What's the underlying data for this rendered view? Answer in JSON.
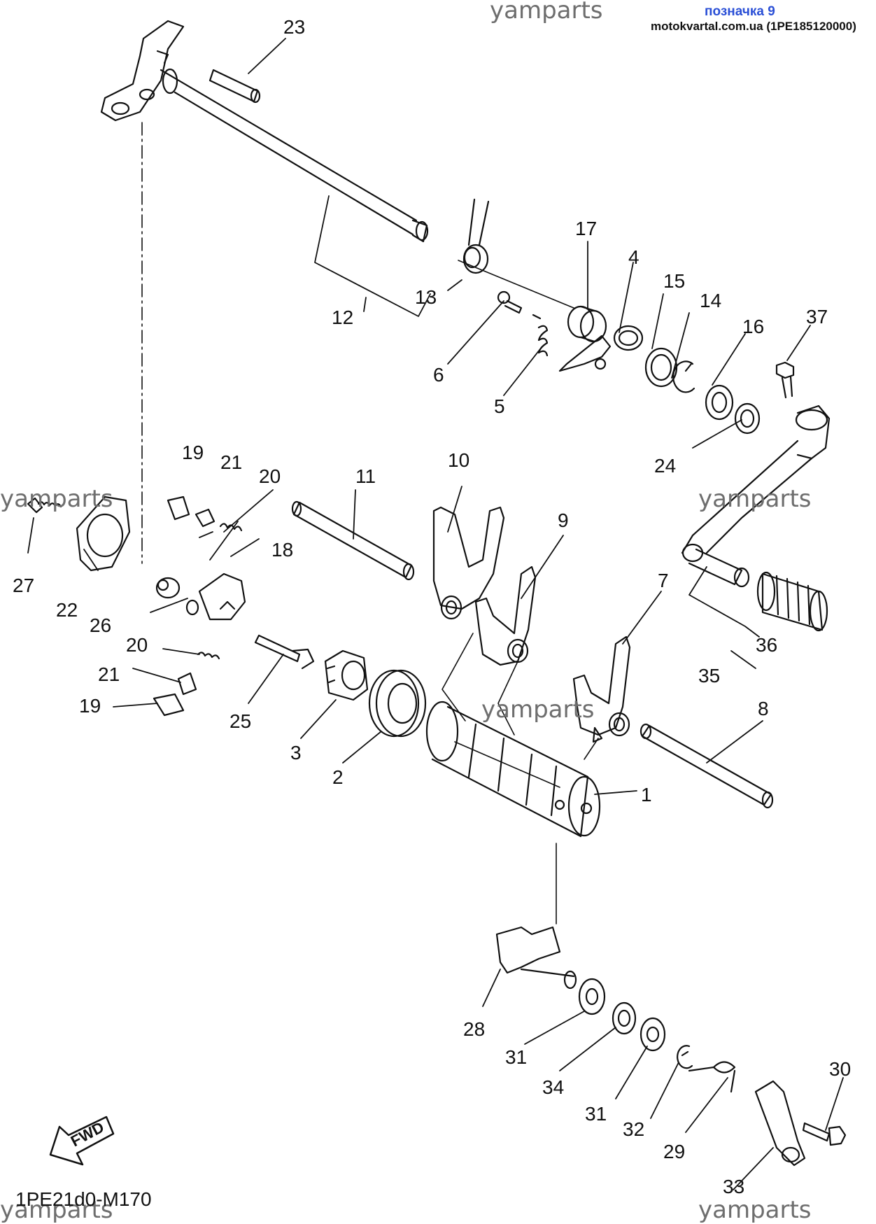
{
  "header": {
    "label": "позначка 9",
    "source": "motokvartal.com.ua (1PE185120000)"
  },
  "diagram_code": "1PE21d0-M170",
  "fwd_label": "FWD",
  "watermark": "yamparts",
  "callouts": [
    "1",
    "2",
    "3",
    "4",
    "5",
    "6",
    "7",
    "8",
    "9",
    "10",
    "11",
    "12",
    "13",
    "14",
    "15",
    "16",
    "17",
    "18",
    "19",
    "20",
    "21",
    "22",
    "23",
    "24",
    "25",
    "26",
    "27",
    "28",
    "29",
    "30",
    "31",
    "32",
    "33",
    "34",
    "35",
    "36",
    "37"
  ]
}
